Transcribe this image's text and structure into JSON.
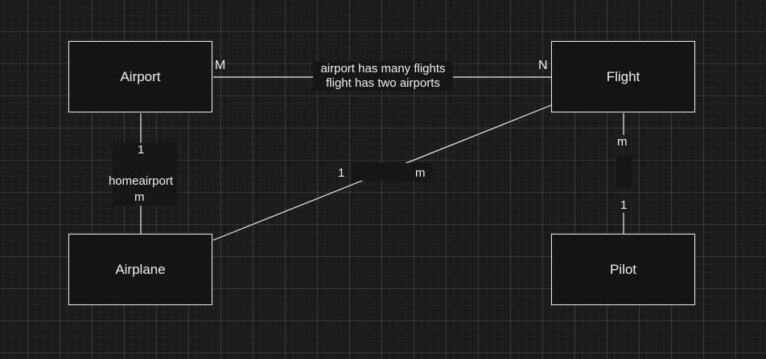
{
  "entities": {
    "airport": "Airport",
    "flight": "Flight",
    "airplane": "Airplane",
    "pilot": "Pilot"
  },
  "relationships": {
    "airport_flight": {
      "left_cardinality": "M",
      "right_cardinality": "N",
      "label_line1": "airport has many flights",
      "label_line2": "flight has two airports"
    },
    "airport_airplane": {
      "top_cardinality": "1",
      "label": "homeairport",
      "bottom_cardinality": "m"
    },
    "airplane_flight": {
      "left_cardinality": "1",
      "right_cardinality": "m"
    },
    "flight_pilot": {
      "top_cardinality": "m",
      "bottom_cardinality": "1"
    }
  },
  "colors": {
    "background": "#1b1b1b",
    "stroke": "#f0f0f0",
    "entity_fill": "#141414"
  }
}
